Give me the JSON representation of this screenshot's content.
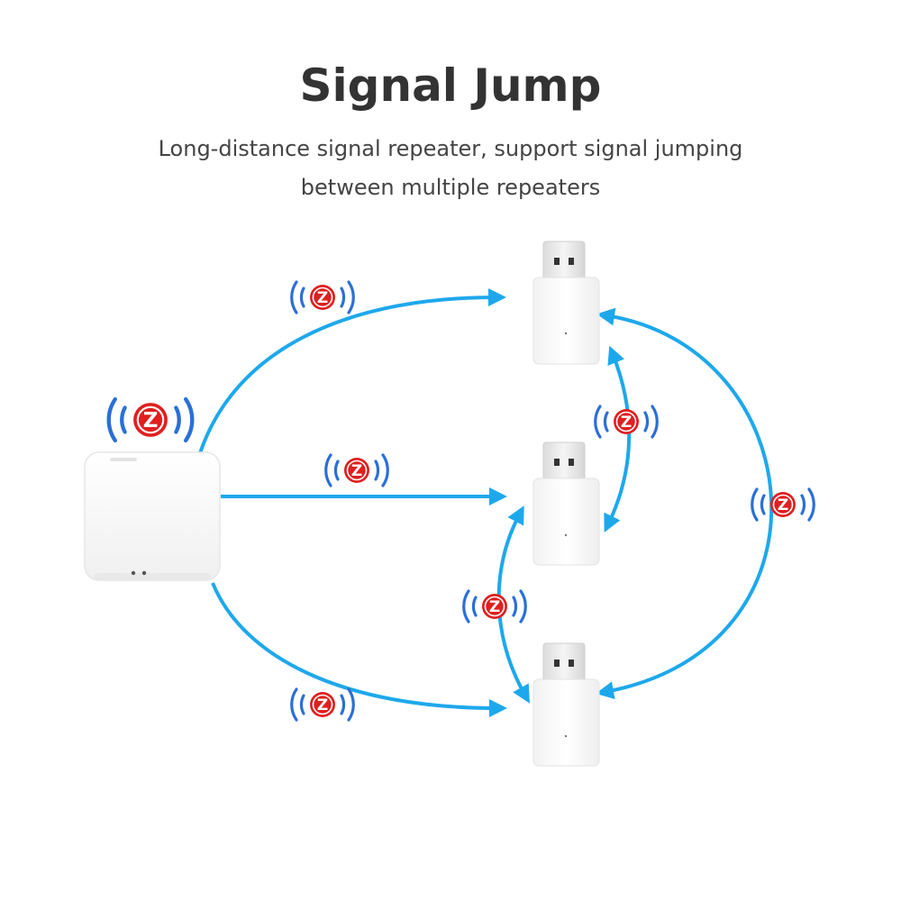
{
  "header": {
    "title": "Signal Jump",
    "subtitle": "Long-distance signal repeater, support signal jumping between multiple repeaters"
  },
  "devices": {
    "hub": {
      "kind": "zigbee-gateway-hub"
    },
    "repeaters": [
      {
        "kind": "usb-repeater"
      },
      {
        "kind": "usb-repeater"
      },
      {
        "kind": "usb-repeater"
      }
    ]
  },
  "badges": {
    "letter": "Z",
    "icon": "zigbee-signal-icon"
  },
  "colors": {
    "arrow": "#1ea8ec",
    "badge_red": "#e01f1f",
    "wave_blue": "#2a6fd8",
    "title": "#333333",
    "subtitle": "#444444",
    "device_body": "#f7f7f7",
    "usb_plug": "#eeeeee"
  }
}
